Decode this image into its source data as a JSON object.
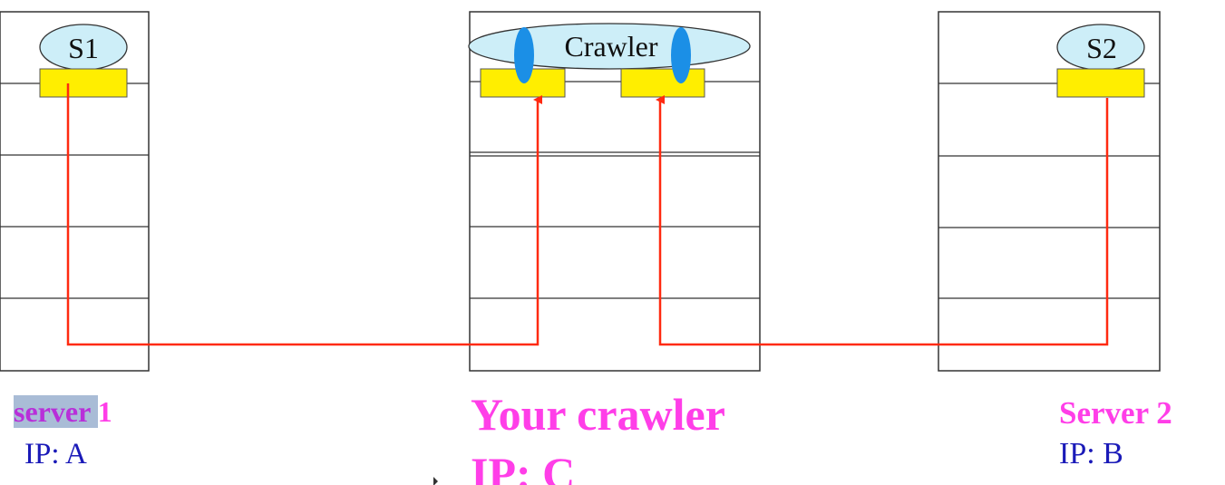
{
  "colors": {
    "box_stroke": "#333333",
    "port_fill": "#ffee00",
    "port_stroke": "#555555",
    "ellipse_fill": "#cdeef8",
    "socket_fill": "#1b8fe6",
    "connection": "#ff2a10",
    "magenta": "#ff3ee8",
    "dark_magenta": "#b82fd9",
    "blue": "#1a1ab8",
    "highlight": "#a9bcd6"
  },
  "server1": {
    "process_label": "S1",
    "title_highlighted": "server ",
    "title_rest": "1",
    "ip": "IP: A"
  },
  "crawler": {
    "process_label": "Crawler",
    "title": "Your crawler",
    "ip": "IP: C"
  },
  "server2": {
    "process_label": "S2",
    "title": "Server 2",
    "ip": "IP: B"
  },
  "icons": {
    "cursor": "mouse-pointer-icon",
    "connection_arrow": "arrowhead-icon",
    "socket": "socket-icon"
  }
}
